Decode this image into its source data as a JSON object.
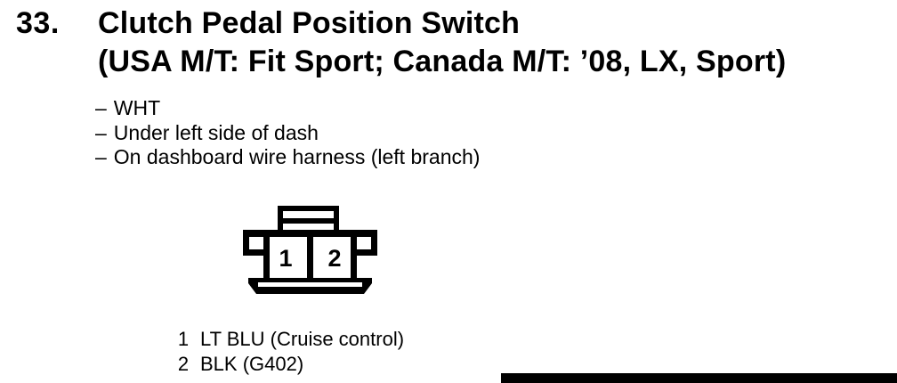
{
  "document": {
    "item_number": "33.",
    "title_line1": "Clutch Pedal Position Switch",
    "title_line2": "(USA M/T: Fit Sport; Canada M/T: ’08, LX, Sport)",
    "bullet": "–",
    "details": [
      "WHT",
      "Under left side of dash",
      "On dashboard wire harness (left branch)"
    ],
    "connector": {
      "description": "2-cavity connector, front view",
      "pin_numbers": [
        "1",
        "2"
      ],
      "pin_list": [
        {
          "pin": "1",
          "label": "LT BLU (Cruise control)"
        },
        {
          "pin": "2",
          "label": "BLK (G402)"
        }
      ]
    },
    "colors": {
      "ink": "#000000",
      "paper": "#ffffff"
    }
  }
}
